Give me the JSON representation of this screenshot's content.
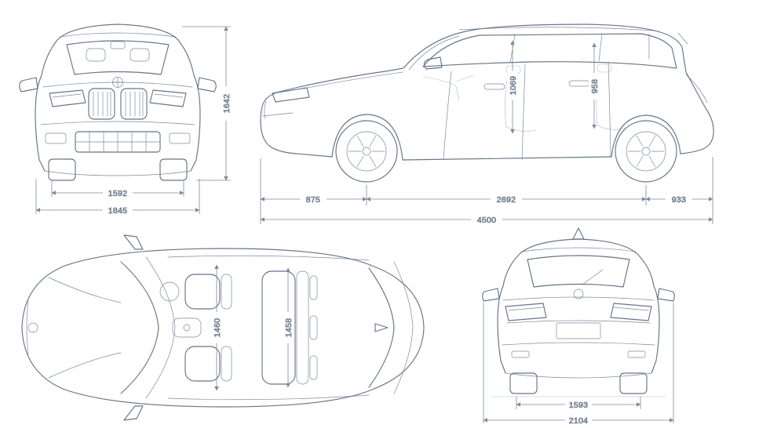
{
  "diagram_title": "vehicle-dimensions-four-views",
  "views": {
    "front": {
      "label": "front-view",
      "dim_track": "1592",
      "dim_width": "1845",
      "dim_height": "1642"
    },
    "side": {
      "label": "side-view",
      "dim_front_headroom": "1069",
      "dim_rear_headroom": "958",
      "dim_front_overhang": "875",
      "dim_wheelbase": "2692",
      "dim_rear_overhang": "933",
      "dim_length": "4500"
    },
    "top": {
      "label": "top-view",
      "dim_front_interior_width": "1460",
      "dim_rear_interior_width": "1458"
    },
    "rear": {
      "label": "rear-view",
      "dim_rear_track": "1593",
      "dim_width_mirrors": "2104"
    }
  },
  "colors": {
    "car_line": "#66758a",
    "dim_line": "#7e8a9c",
    "dim_text": "#3c4350"
  }
}
